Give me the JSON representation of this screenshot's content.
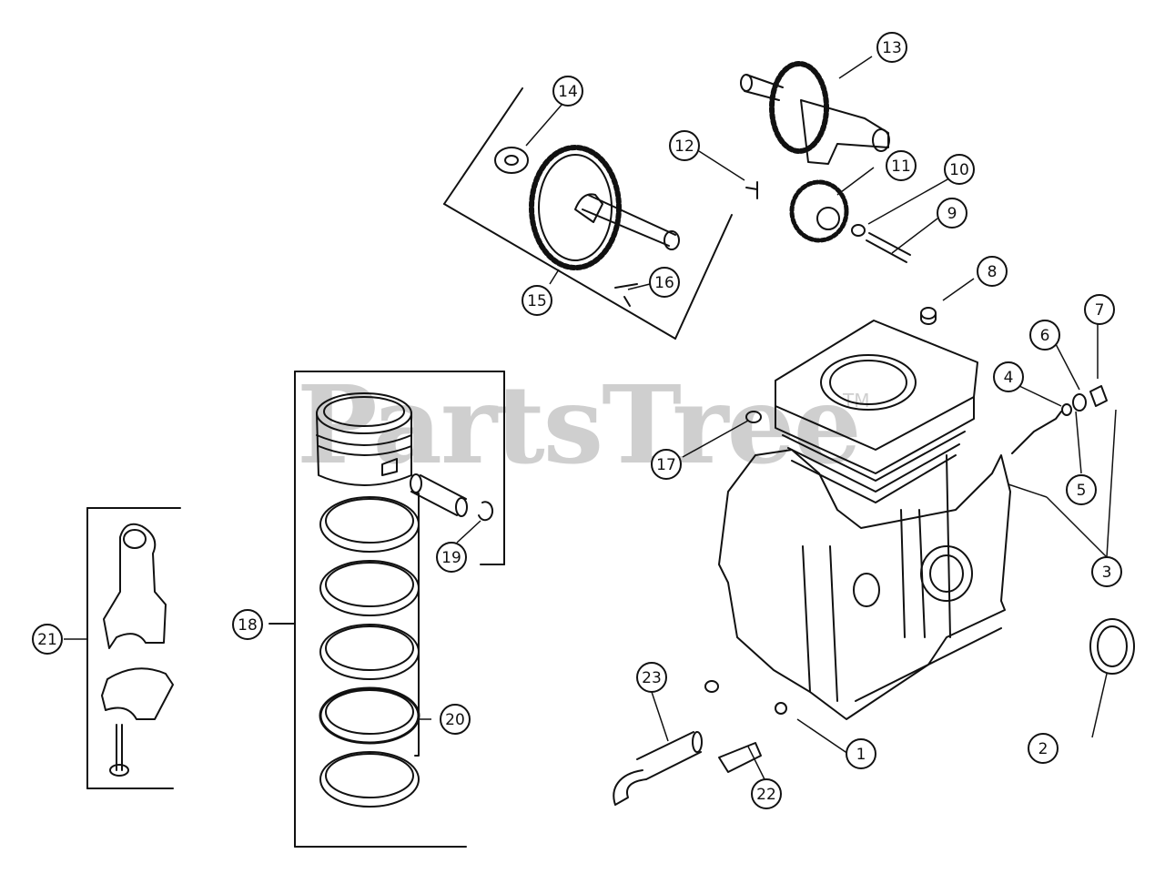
{
  "watermark": {
    "brand": "PartsTree",
    "trademark": "TM"
  },
  "callouts": [
    "1",
    "2",
    "3",
    "4",
    "5",
    "6",
    "7",
    "8",
    "9",
    "10",
    "11",
    "12",
    "13",
    "14",
    "15",
    "16",
    "17",
    "18",
    "19",
    "20",
    "21",
    "22",
    "23"
  ],
  "parts": {
    "cylinder_block": "cylinder-block",
    "oil_seal": "oil-seal",
    "piston": "piston",
    "piston_rings": "piston-rings",
    "connecting_rod": "connecting-rod",
    "camshaft_gear": "camshaft-gear",
    "crank_gear": "crank-gear",
    "governor_gear": "governor-gear",
    "oil_drain_valve": "oil-drain-valve",
    "drain_hose": "drain-hose"
  },
  "colors": {
    "ink": "#111111",
    "watermark": "#cfcfcf",
    "paper": "#ffffff"
  }
}
